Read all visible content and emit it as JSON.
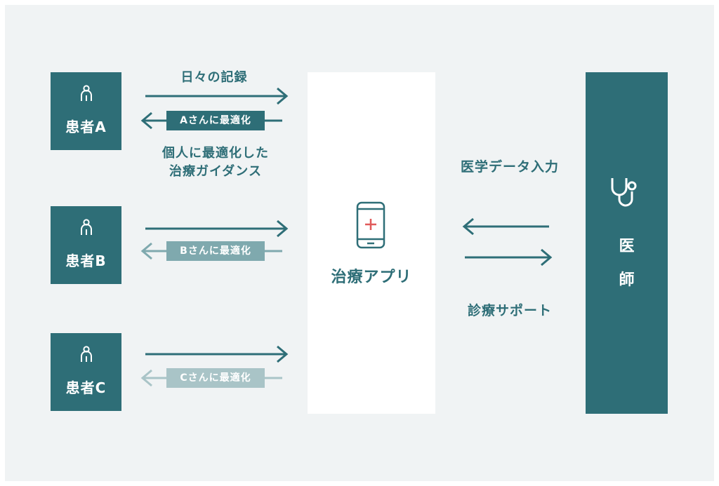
{
  "patients": [
    {
      "label": "患者A",
      "up_tag": "Aさんに最適化"
    },
    {
      "label": "患者B",
      "up_tag": "Bさんに最適化"
    },
    {
      "label": "患者C",
      "up_tag": "Cさんに最適化"
    }
  ],
  "labels": {
    "daily_record": "日々の記録",
    "guidance_line1": "個人に最適化した",
    "guidance_line2": "治療ガイダンス",
    "medical_input": "医学データ入力",
    "diagnosis_support": "診療サポート"
  },
  "app": {
    "label": "治療アプリ"
  },
  "doctor": {
    "char1": "医",
    "char2": "師"
  },
  "colors": {
    "primary": "#2e6e77",
    "tag_b": "#7fa9ae",
    "tag_c": "#a9c4c7",
    "plus": "#e05a5a",
    "background": "#f0f3f4"
  }
}
